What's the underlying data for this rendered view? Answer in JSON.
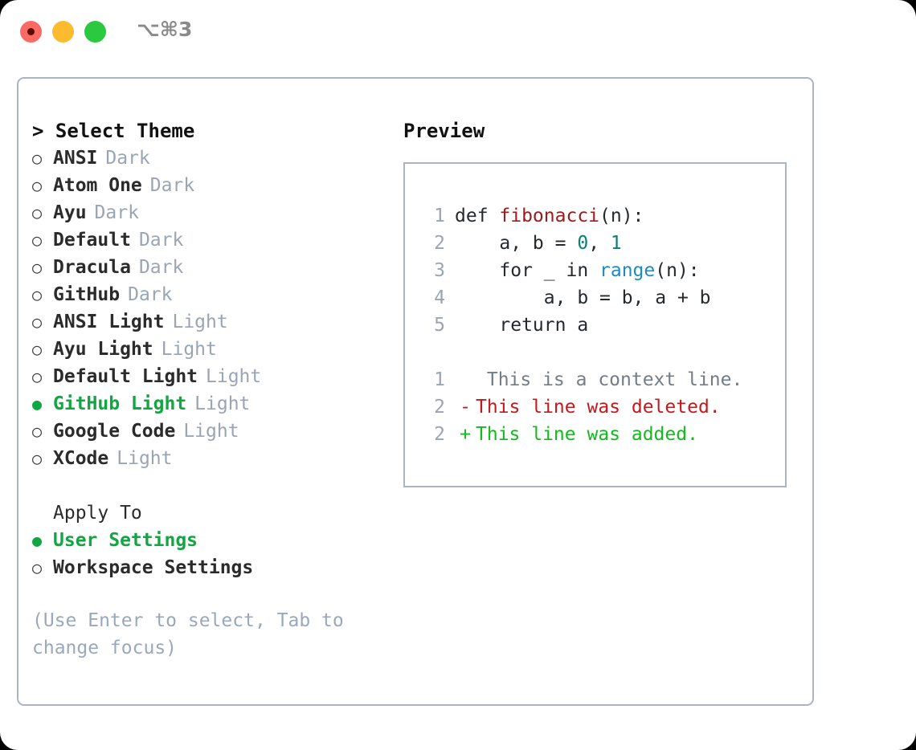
{
  "titlebar": {
    "shortcut": "⌥⌘3",
    "buttons": [
      {
        "name": "close",
        "color": "#fa6a63"
      },
      {
        "name": "minimize",
        "color": "#fcbb2e"
      },
      {
        "name": "maximize",
        "color": "#2ac940"
      }
    ]
  },
  "theme_selector": {
    "header": "> Select Theme",
    "items": [
      {
        "marker": "○",
        "label": "ANSI",
        "tag": "Dark",
        "selected": false
      },
      {
        "marker": "○",
        "label": "Atom One",
        "tag": "Dark",
        "selected": false
      },
      {
        "marker": "○",
        "label": "Ayu",
        "tag": "Dark",
        "selected": false
      },
      {
        "marker": "○",
        "label": "Default",
        "tag": "Dark",
        "selected": false
      },
      {
        "marker": "○",
        "label": "Dracula",
        "tag": "Dark",
        "selected": false
      },
      {
        "marker": "○",
        "label": "GitHub",
        "tag": "Dark",
        "selected": false
      },
      {
        "marker": "○",
        "label": "ANSI Light",
        "tag": "Light",
        "selected": false
      },
      {
        "marker": "○",
        "label": "Ayu Light",
        "tag": "Light",
        "selected": false
      },
      {
        "marker": "○",
        "label": "Default Light",
        "tag": "Light",
        "selected": false
      },
      {
        "marker": "●",
        "label": "GitHub Light",
        "tag": "Light",
        "selected": true
      },
      {
        "marker": "○",
        "label": "Google Code",
        "tag": "Light",
        "selected": false
      },
      {
        "marker": "○",
        "label": "XCode",
        "tag": "Light",
        "selected": false
      }
    ]
  },
  "apply_to": {
    "title": "Apply To",
    "items": [
      {
        "marker": "●",
        "label": "User Settings",
        "selected": true
      },
      {
        "marker": "○",
        "label": "Workspace Settings",
        "selected": false
      }
    ]
  },
  "hint": "(Use Enter to select, Tab to change focus)",
  "preview": {
    "title": "Preview",
    "code_lines": [
      {
        "no": "1",
        "pre": "def ",
        "token": "fibonacci",
        "token_type": "fn",
        "post": "(n):"
      },
      {
        "no": "2",
        "pre": "    a, b = ",
        "token": "0",
        "token_type": "num",
        "post": ", 1"
      },
      {
        "no": "3",
        "pre": "    for _ in ",
        "token": "range",
        "token_type": "kw",
        "post": "(n):"
      },
      {
        "no": "4",
        "pre": "        a, b = b, a + b",
        "token": "",
        "token_type": "none",
        "post": ""
      },
      {
        "no": "5",
        "pre": "    return a",
        "token": "",
        "token_type": "none",
        "post": ""
      }
    ],
    "diff_lines": [
      {
        "no": "1",
        "sign": " ",
        "text": " This is a context line.",
        "type": "context"
      },
      {
        "no": "2",
        "sign": "-",
        "text": "This line was deleted.",
        "type": "del"
      },
      {
        "no": "2",
        "sign": "+",
        "text": "This line was added.",
        "type": "add"
      }
    ]
  },
  "colors": {
    "accent_green": "#11a642",
    "border": "#aab4c4",
    "muted": "#9aa5b4",
    "syntax_function": "#9f1a1a",
    "syntax_number": "#0b7d73",
    "syntax_keyword": "#1a8bc4",
    "diff_delete": "#c4191b",
    "diff_add": "#12bb1c"
  }
}
